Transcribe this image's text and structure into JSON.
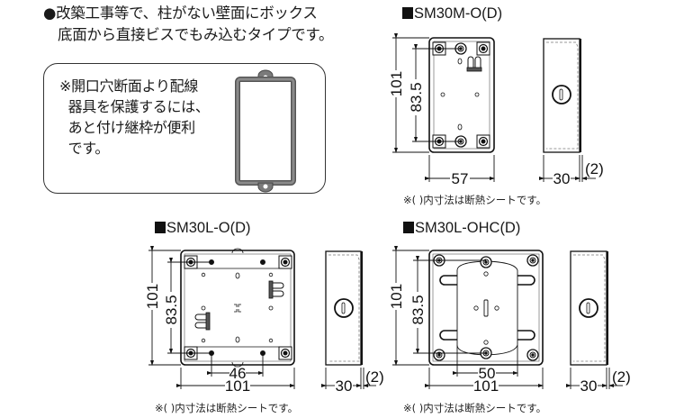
{
  "intro": {
    "line1": "●改築工事等で、柱がない壁面にボックス",
    "line2": "底面から直接ビスでもみ込むタイプです。"
  },
  "note": {
    "text": "※開口穴断面より配線\n  器具を保護するには、\n  あと付け継枠が便利\n  です。",
    "image_icon": "frame-accessory-icon"
  },
  "models": [
    {
      "title": "SM30M-O(D)",
      "dims": {
        "height": "101",
        "pitch": "83.5",
        "width": "57",
        "depth": "30",
        "insulation": "(2)"
      },
      "footnote": "※( )内寸法は断熱シートです。"
    },
    {
      "title": "SM30L-O(D)",
      "dims": {
        "height": "101",
        "pitch": "83.5",
        "screw_pitch": "46",
        "width": "101",
        "depth": "30",
        "insulation": "(2)"
      },
      "footnote": "※( )内寸法は断熱シートです。"
    },
    {
      "title": "SM30L-OHC(D)",
      "dims": {
        "height": "101",
        "pitch": "83.5",
        "screw_pitch": "50",
        "width": "101",
        "depth": "30",
        "insulation": "(2)"
      },
      "footnote": "※( )内寸法は断熱シートです。"
    }
  ],
  "colors": {
    "line": "#1a1a1a",
    "frame": "#6e6e6e",
    "dash": "#777777"
  }
}
